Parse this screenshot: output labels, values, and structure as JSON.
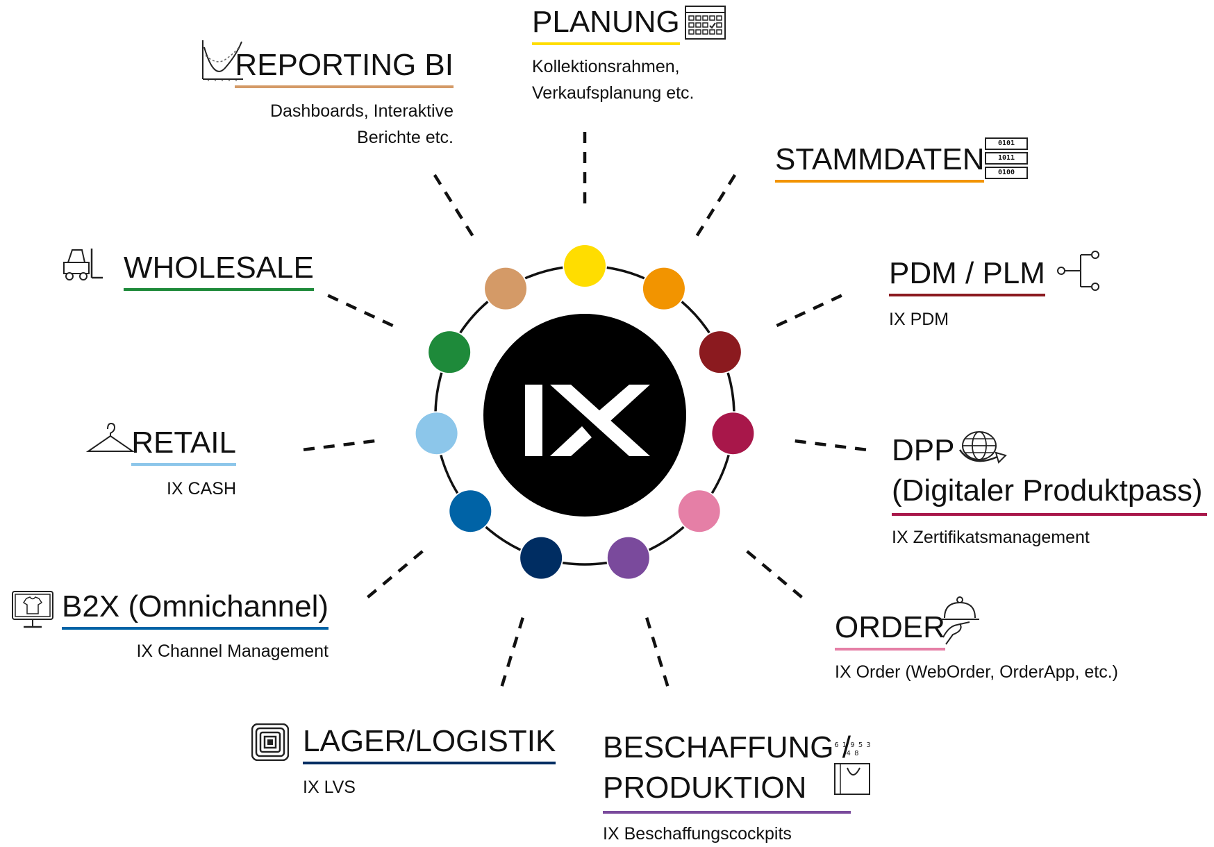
{
  "hub": {
    "label": "IX"
  },
  "modules": [
    {
      "id": "planung",
      "title": "PLANUNG",
      "color": "#ffdd00",
      "icon": "calendar-icon",
      "subtitle": [
        "Kollektionsrahmen,",
        "Verkaufsplanung etc."
      ]
    },
    {
      "id": "stammdaten",
      "title": "STAMMDATEN",
      "color": "#f29400",
      "icon": "binary-data-icon",
      "subtitle": []
    },
    {
      "id": "pdm-plm",
      "title": "PDM / PLM",
      "color": "#8b1a1f",
      "icon": "hierarchy-branch-icon",
      "subtitle": [
        "IX PDM"
      ]
    },
    {
      "id": "dpp",
      "title_lines": [
        "DPP",
        "(Digitaler Produktpass)"
      ],
      "color": "#a8174a",
      "icon": "globe-arrow-icon",
      "subtitle": [
        "IX Zertifikatsmanagement"
      ]
    },
    {
      "id": "order",
      "title": "ORDER",
      "color": "#e57fa6",
      "icon": "serving-cloche-icon",
      "subtitle": [
        "IX Order (WebOrder, OrderApp, etc.)"
      ]
    },
    {
      "id": "beschaffung",
      "title_lines": [
        "BESCHAFFUNG /",
        "PRODUKTION"
      ],
      "color": "#7a4a9c",
      "icon": "shopping-bag-numbers-icon",
      "subtitle": [
        "IX Beschaffungscockpits"
      ]
    },
    {
      "id": "lager",
      "title": "LAGER/LOGISTIK",
      "color": "#002d62",
      "icon": "rfid-chip-icon",
      "subtitle": [
        "IX LVS"
      ]
    },
    {
      "id": "b2x",
      "title": "B2X (Omnichannel)",
      "color": "#0063a6",
      "icon": "monitor-shirt-icon",
      "subtitle": [
        "IX Channel Management"
      ]
    },
    {
      "id": "retail",
      "title": "RETAIL",
      "color": "#8cc6ea",
      "icon": "clothes-hanger-icon",
      "subtitle": [
        "IX CASH"
      ]
    },
    {
      "id": "wholesale",
      "title": "WHOLESALE",
      "color": "#1e8a3a",
      "icon": "forklift-icon",
      "subtitle": []
    },
    {
      "id": "reporting",
      "title": "REPORTING BI",
      "color": "#d49a67",
      "icon": "curve-chart-icon",
      "subtitle": [
        "Dashboards, Interaktive",
        "Berichte etc."
      ]
    }
  ],
  "icon_text": {
    "binary_rows": [
      "0101",
      "1011",
      "0100"
    ],
    "bag_numbers": "6 1 9 5 3 4 8"
  }
}
